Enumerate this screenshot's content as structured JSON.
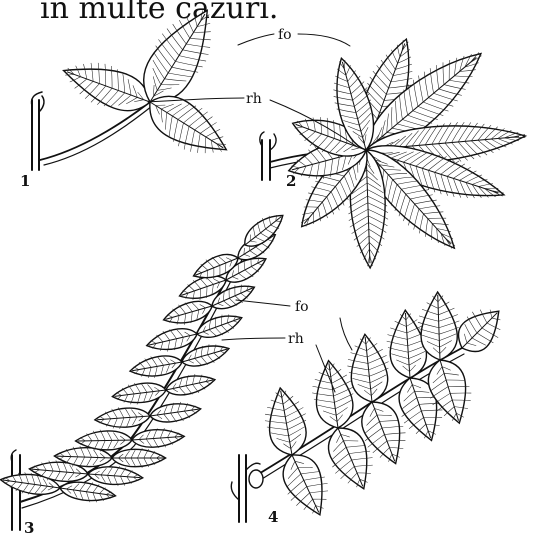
{
  "caption": "în multe cazuri.",
  "labels": {
    "fo_1": "fo",
    "rh_1": "rh",
    "fo_2": "fo",
    "rh_2": "rh"
  },
  "figure_numbers": [
    "1",
    "2",
    "3",
    "4"
  ],
  "colors": {
    "ink": "#111111",
    "background": "#ffffff"
  }
}
